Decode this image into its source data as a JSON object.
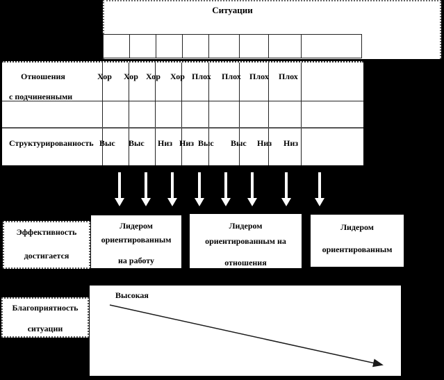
{
  "title": "Ситуации",
  "table": {
    "relations": {
      "label_line1": "Отношения",
      "label_line2": "с подчиненными",
      "values": [
        "Хор",
        "Хор",
        "Хор",
        "Хор",
        "Плох",
        "Плох",
        "Плох",
        "Плох"
      ]
    },
    "structure": {
      "label": "Структурированность",
      "values": [
        "Выс",
        "Выс",
        "Низ",
        "Низ",
        "Выс",
        "Выс",
        "Низ",
        "Низ"
      ]
    }
  },
  "effectiveness": {
    "label_line1": "Эффективность",
    "label_line2": "достигается",
    "boxes": [
      {
        "lines": [
          "Лидером",
          "ориентированным",
          "на работу"
        ]
      },
      {
        "lines": [
          "Лидером",
          "ориентированным  на",
          "отношения"
        ]
      },
      {
        "lines": [
          "Лидером",
          "ориентированным"
        ]
      }
    ]
  },
  "favorability": {
    "label_line1": "Благоприятность",
    "label_line2": "ситуации",
    "scale_label": "Высокая"
  },
  "colors": {
    "background": "#000000",
    "surface": "#ffffff",
    "text": "#000000",
    "arrow": "#ffffff"
  }
}
